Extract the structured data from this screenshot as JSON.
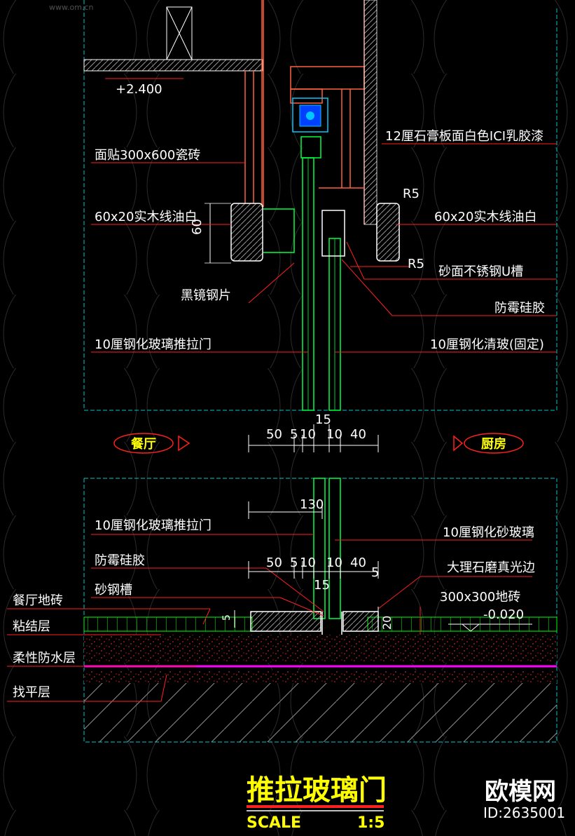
{
  "colors": {
    "background": "#000000",
    "dashed_frame": "#00c8c8",
    "leader": "#ff2020",
    "glass": "#00ff40",
    "tile": "#00ff00",
    "label": "#ffffff",
    "title": "#ffff00",
    "membrane": "#ff00ff",
    "wall": "#ff6040",
    "watermark": "#606060"
  },
  "upper_section": {
    "elevation": "+2.400",
    "dim_60": "60",
    "r5_top": "R5",
    "r5_bottom": "R5",
    "dim_15": "15",
    "dims_bottom": [
      "50",
      "5",
      "10",
      "10",
      "40"
    ],
    "left_labels": [
      "面贴300x600瓷砖",
      "60x20实木线油白",
      "黑镜钢片",
      "10厘钢化玻璃推拉门"
    ],
    "right_labels": [
      "12厘石膏板面白色ICI乳胶漆",
      "60x20实木线油白",
      "砂面不锈钢U槽",
      "防霉硅胶",
      "10厘钢化清玻(固定)"
    ]
  },
  "room_tags": {
    "left": "餐厅",
    "right": "厨房"
  },
  "lower_section": {
    "dim_130": "130",
    "dims_mid": [
      "50",
      "5",
      "10",
      "10",
      "40"
    ],
    "dim_15": "15",
    "dim_5_right": "5",
    "dim_5_left": "5",
    "dim_20": "20",
    "elevation": "-0.020",
    "left_labels": [
      "10厘钢化玻璃推拉门",
      "防霉硅胶",
      "砂钢槽"
    ],
    "right_labels": [
      "10厘钢化砂玻璃",
      "大理石磨真光边",
      "300x300地砖"
    ],
    "layer_labels": [
      "餐厅地砖",
      "粘结层",
      "柔性防水层",
      "找平层"
    ]
  },
  "title_block": {
    "title": "推拉玻璃门",
    "scale_label": "SCALE",
    "scale_value": "1:5"
  },
  "watermark": {
    "brand": "欧模网",
    "site": "www.om.cn",
    "id": "ID:2635001"
  }
}
